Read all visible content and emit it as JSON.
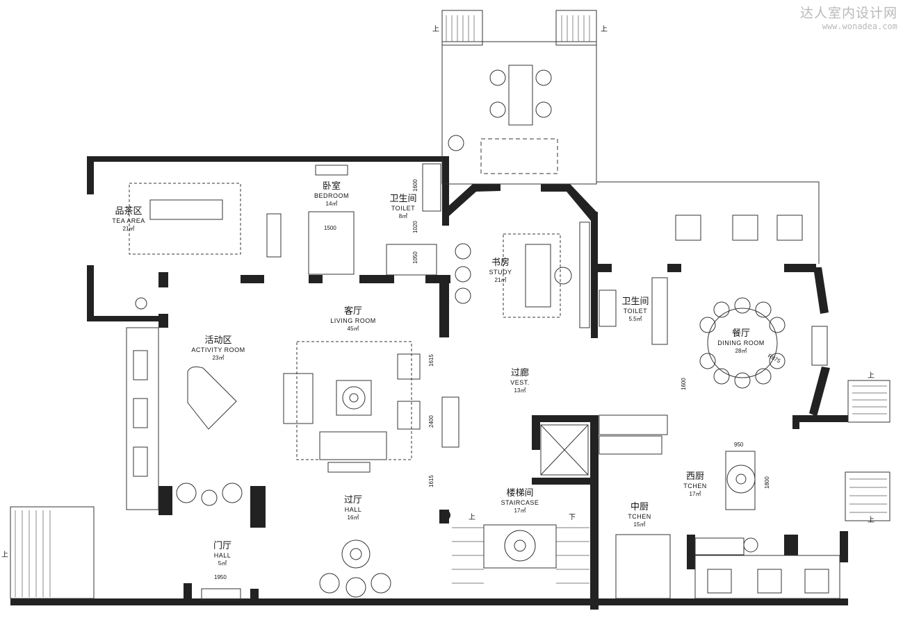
{
  "watermark": {
    "cn": "达人室内设计网",
    "url": "www.wonadea.com"
  },
  "rooms": [
    {
      "key": "tea",
      "cn": "品茶区",
      "en": "TEA  AREA",
      "area": "21㎡"
    },
    {
      "key": "bedroom",
      "cn": "卧室",
      "en": "BEDROOM",
      "area": "14㎡"
    },
    {
      "key": "toilet1",
      "cn": "卫生间",
      "en": "TOILET",
      "area": "8㎡"
    },
    {
      "key": "study",
      "cn": "书房",
      "en": "STUDY",
      "area": "21㎡"
    },
    {
      "key": "toilet2",
      "cn": "卫生间",
      "en": "TOILET",
      "area": "5.5㎡"
    },
    {
      "key": "dining",
      "cn": "餐厅",
      "en": "DINING ROOM",
      "area": "28㎡"
    },
    {
      "key": "living",
      "cn": "客厅",
      "en": "LIVING ROOM",
      "area": "45㎡"
    },
    {
      "key": "activity",
      "cn": "活动区",
      "en": "ACTIVITY ROOM",
      "area": "23㎡"
    },
    {
      "key": "vest",
      "cn": "过廊",
      "en": "VEST.",
      "area": "13㎡"
    },
    {
      "key": "hall",
      "cn": "过厅",
      "en": "HALL",
      "area": "16㎡"
    },
    {
      "key": "staircase",
      "cn": "楼梯间",
      "en": "STAIRCASE",
      "area": "17㎡"
    },
    {
      "key": "foyer",
      "cn": "门厅",
      "en": "HALL",
      "area": "5㎡"
    },
    {
      "key": "zkitchen",
      "cn": "中厨",
      "en": "TCHEN",
      "area": "15㎡"
    },
    {
      "key": "xkitchen",
      "cn": "西厨",
      "en": "TCHEN",
      "area": "17㎡"
    }
  ],
  "dimensions": {
    "bed": "1500",
    "t1600": "1600",
    "t1020": "1020",
    "t1050": "1050",
    "v1615a": "1615",
    "v2400": "2400",
    "v1615b": "1615",
    "d1600": "1600",
    "d950": "950",
    "d1800": "1800",
    "d1950": "1950",
    "r875": "R875"
  },
  "stair_labels": {
    "up": "上",
    "down": "下"
  }
}
